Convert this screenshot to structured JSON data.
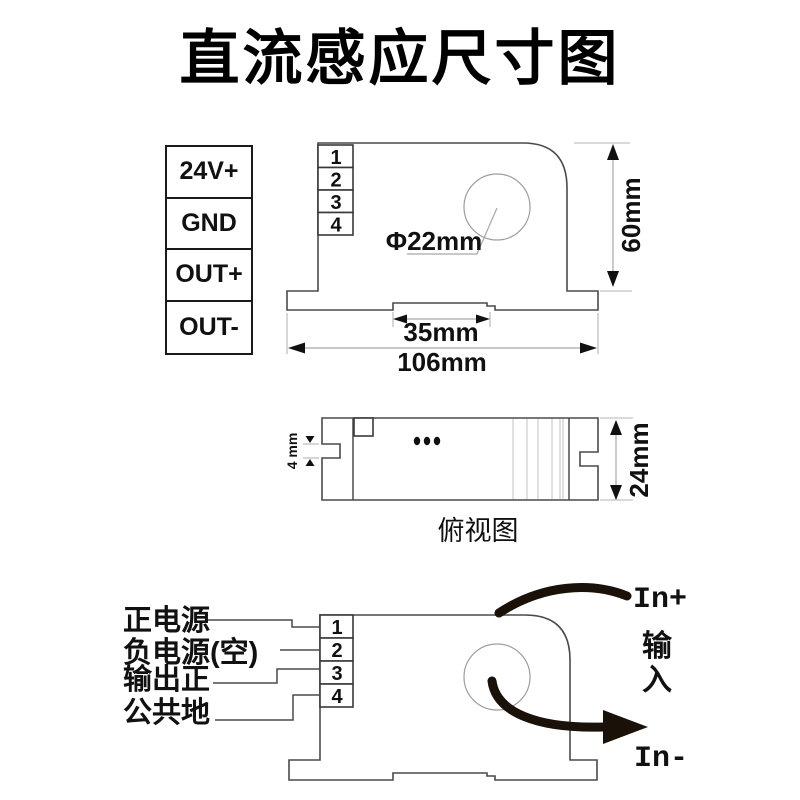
{
  "title": "直流感应尺寸图",
  "colors": {
    "background": "#ffffff",
    "outline": "#4a4a4a",
    "dimension_line": "#a8a8a8",
    "text": "#111111",
    "wire": "#1a1108"
  },
  "terminal_table": {
    "rows": [
      "24V+",
      "GND",
      "OUT+",
      "OUT-"
    ]
  },
  "front_view": {
    "pins": [
      "1",
      "2",
      "3",
      "4"
    ],
    "hole_diameter": "Φ22mm",
    "height": "60mm",
    "rail_width": "35mm",
    "total_width": "106mm"
  },
  "top_view": {
    "caption": "俯视图",
    "notch_width": "4 mm",
    "depth": "24mm"
  },
  "wiring": {
    "pins": [
      "1",
      "2",
      "3",
      "4"
    ],
    "labels": [
      "正电源",
      "负电源(空)",
      "输出正",
      "公共地"
    ],
    "in_plus": "In+",
    "input_label": "输入",
    "in_minus": "In-"
  }
}
